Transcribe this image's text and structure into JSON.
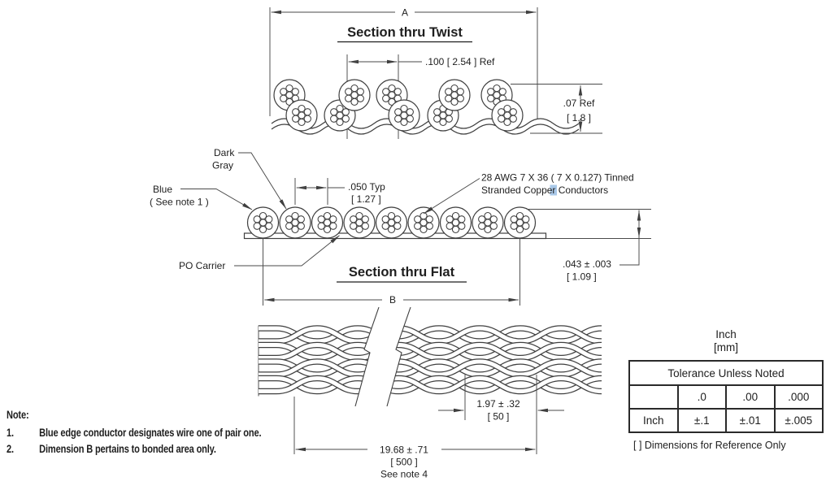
{
  "colors": {
    "line": "#3f3f3f",
    "text": "#1e1e1e",
    "highlight": "#a9c8e8"
  },
  "twist_section": {
    "title": "Section thru Twist",
    "dim_a": "A",
    "pitch": ".100 [ 2.54 ] Ref",
    "height_in": ".07 Ref",
    "height_mm": "[ 1.8 ]"
  },
  "flat_section": {
    "title": "Section thru Flat",
    "dim_b": "B",
    "pitch_in": ".050 Typ",
    "pitch_mm": "[ 1.27 ]",
    "thickness_in": ".043 ± .003",
    "thickness_mm": "[ 1.09 ]",
    "label_dark_1": "Dark",
    "label_dark_2": "Gray",
    "label_blue_1": "Blue",
    "label_blue_2": "( See note 1 )",
    "label_conductor_1": "28 AWG 7 X 36 ( 7 X 0.127) Tinned",
    "label_conductor_2_pre": "Stranded Cop",
    "label_conductor_2_hl": "p",
    "label_conductor_2_post": "er Conductors",
    "label_carrier": "PO Carrier"
  },
  "braid_view": {
    "twist_len_in": "1.97 ± .32",
    "twist_len_mm": "[ 50 ]",
    "bond_len_in": "19.68 ± .71",
    "bond_len_mm": "[ 500 ]",
    "bond_len_note": "See note 4"
  },
  "tolerance_table": {
    "units_line1": "Inch",
    "units_line2": "[mm]",
    "header": "Tolerance Unless Noted",
    "col_headers": [
      ".0",
      ".00",
      ".000"
    ],
    "row_label": "Inch",
    "row_values": [
      "±.1",
      "±.01",
      "±.005"
    ],
    "footnote": "[ ] Dimensions for Reference Only"
  },
  "notes": {
    "heading": "Note:",
    "items": [
      {
        "num": "1.",
        "text": "Blue edge conductor designates wire one of pair one."
      },
      {
        "num": "2.",
        "text": "Dimension B pertains to bonded area only."
      }
    ]
  }
}
